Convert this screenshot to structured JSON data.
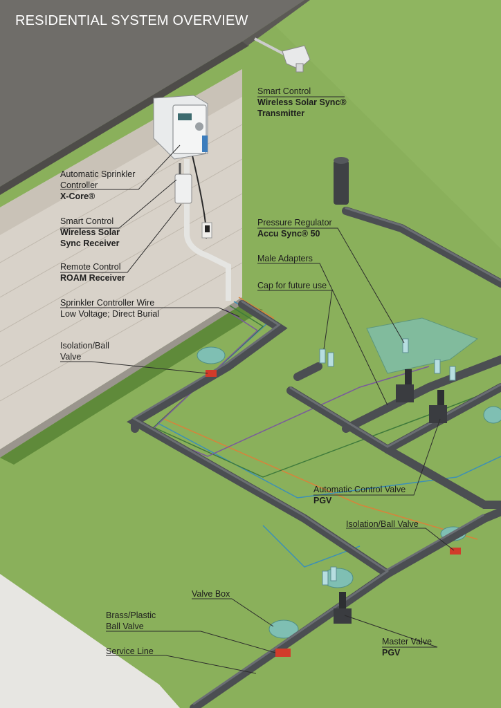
{
  "title": "RESIDENTIAL SYSTEM OVERVIEW",
  "colors": {
    "lawn": "#8ab05b",
    "roof": "#6f6d69",
    "wall": "#d8d2c9",
    "pipe": "#4b4e52",
    "valve_box": "#7fbfb3",
    "ball_valve": "#d23b2a",
    "wire_orange": "#d9823a",
    "wire_blue": "#3b8fb8",
    "wire_green": "#3f7a3b",
    "wire_purple": "#7a5a9c"
  },
  "labels": {
    "smart_tx": {
      "line1": "Smart Control",
      "line2": "Wireless Solar Sync®",
      "line3": "Transmitter"
    },
    "controller": {
      "line1": "Automatic Sprinkler",
      "line2": "Controller",
      "line3": "X-Core®"
    },
    "smart_rx": {
      "line1": "Smart Control",
      "line2": "Wireless Solar",
      "line3": "Sync Receiver"
    },
    "roam": {
      "line1": "Remote Control",
      "line2": "ROAM Receiver"
    },
    "wire": {
      "line1": "Sprinkler Controller Wire",
      "line2": "Low Voltage; Direct Burial"
    },
    "iso_left": {
      "line1": "Isolation/Ball",
      "line2": "Valve"
    },
    "pressure": {
      "line1": "Pressure Regulator",
      "line2": "Accu Sync® 50"
    },
    "male": {
      "line1": "Male Adapters"
    },
    "cap": {
      "line1": "Cap for future use"
    },
    "auto_valve": {
      "line1": "Automatic Control Valve",
      "line2": "PGV"
    },
    "iso_right": {
      "line1": "Isolation/Ball Valve"
    },
    "valve_box": {
      "line1": "Valve Box"
    },
    "brass": {
      "line1": "Brass/Plastic",
      "line2": "Ball Valve"
    },
    "service": {
      "line1": "Service Line"
    },
    "master": {
      "line1": "Master Valve",
      "line2": "PGV"
    }
  }
}
